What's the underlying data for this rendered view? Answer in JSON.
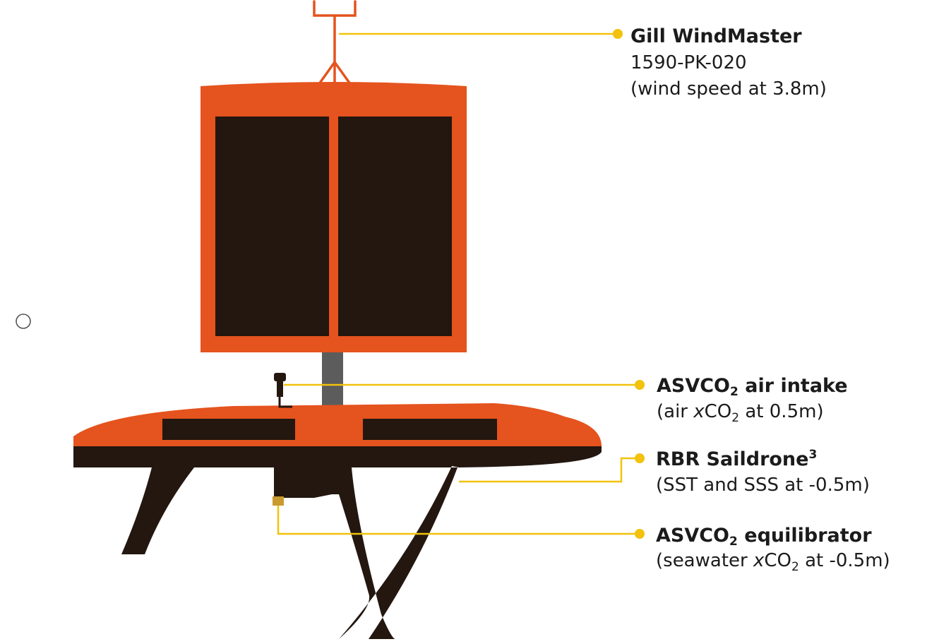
{
  "colors": {
    "hull_orange": "#E5531E",
    "dark": "#231710",
    "mast": "#5c5c5c",
    "leader": "#F2C20C",
    "text": "#1b1b1b"
  },
  "callouts": {
    "wind": {
      "title": "Gill WindMaster",
      "line1": "1590-PK-020",
      "line2": "(wind speed at 3.8m)"
    },
    "air_intake": {
      "title_pre": "ASVCO",
      "title_sub": "2",
      "title_post": " air intake",
      "desc_pre": "(air ",
      "desc_italic": "x",
      "desc_mid": "CO",
      "desc_sub": "2",
      "desc_post": " at 0.5m)"
    },
    "rbr": {
      "title_pre": "RBR Saildrone",
      "title_sup": "3",
      "desc": "(SST and SSS at -0.5m)"
    },
    "equilibrator": {
      "title_pre": "ASVCO",
      "title_sub": "2",
      "title_post": " equilibrator",
      "desc_pre": "(seawater ",
      "desc_italic": "x",
      "desc_mid": "CO",
      "desc_sub": "2",
      "desc_post": " at -0.5m)"
    }
  }
}
